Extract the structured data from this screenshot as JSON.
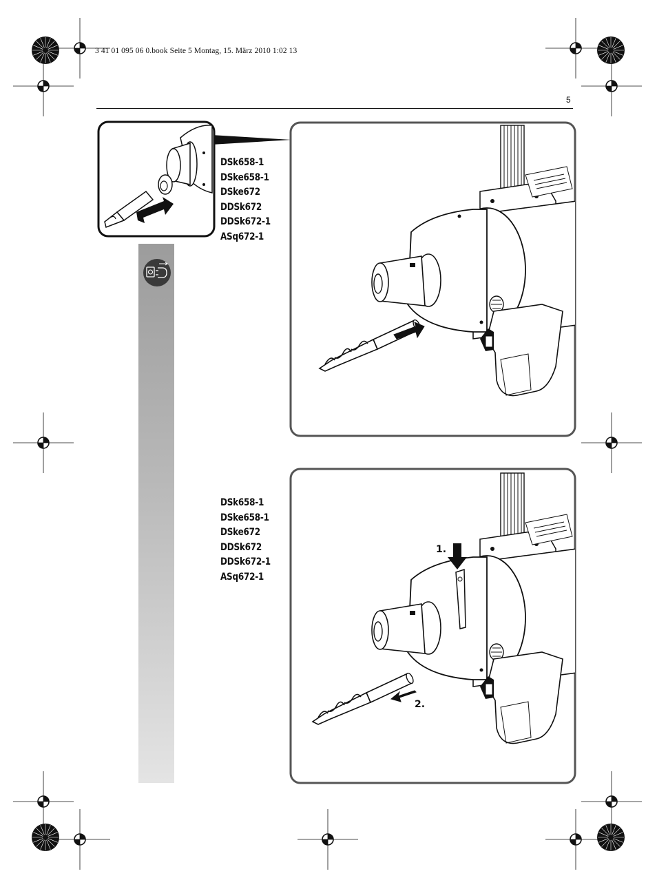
{
  "print_header": "3 41 01 095 06 0.book  Seite 5  Montag, 15. März 2010  1:02 13",
  "page_number": "5",
  "figure_top": {
    "models": [
      "DSk658-1",
      "DSke658-1",
      "DSke672",
      "DDSk672",
      "DDSk672-1",
      "ASq672-1"
    ]
  },
  "figure_bottom": {
    "models": [
      "DSk658-1",
      "DSke658-1",
      "DSke672",
      "DDSk672",
      "DDSk672-1",
      "ASq672-1"
    ],
    "step_1": "1.",
    "step_2": "2."
  },
  "icons": {
    "unplug": "unplug-before-work-icon",
    "registration": "registration-mark-icon",
    "color_bar": "color-wheel-icon"
  }
}
